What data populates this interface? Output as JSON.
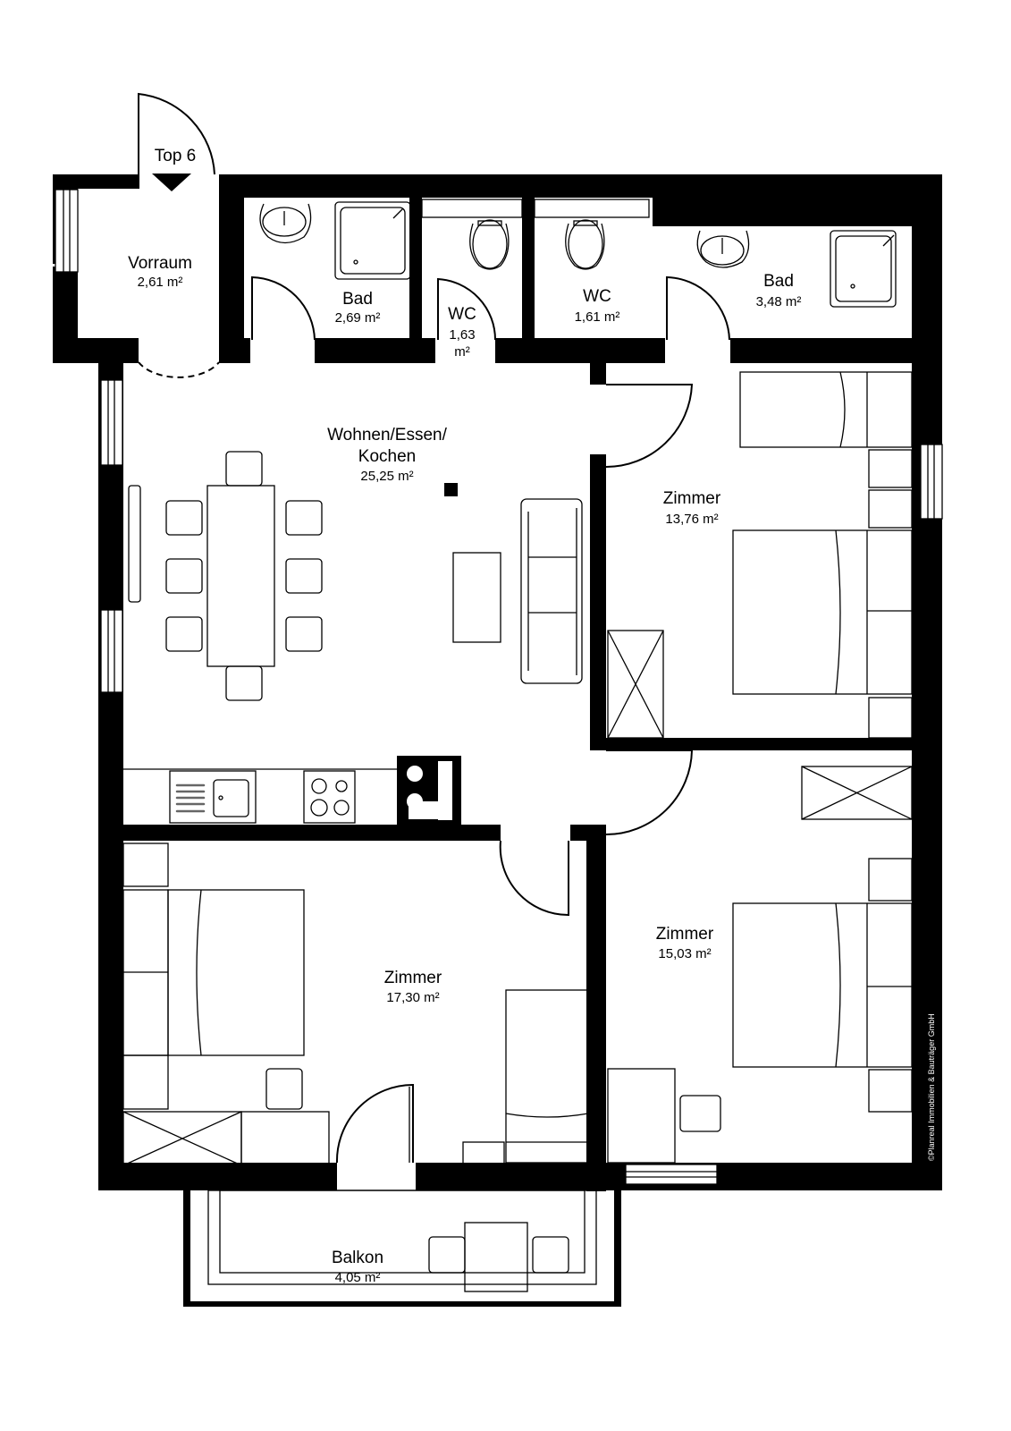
{
  "plan": {
    "unit_label": "Top 6",
    "copyright": "©Planreal Immobilien & Bauträger GmbH",
    "colors": {
      "wall": "#000000",
      "background": "#ffffff",
      "lines": "#000000"
    }
  },
  "rooms": [
    {
      "id": "vorraum",
      "name": "Vorraum",
      "area": "2,61 m²"
    },
    {
      "id": "bad1",
      "name": "Bad",
      "area": "2,69 m²"
    },
    {
      "id": "wc1",
      "name": "WC",
      "area_line1": "1,63",
      "area_line2": "m²"
    },
    {
      "id": "wc2",
      "name": "WC",
      "area": "1,61 m²"
    },
    {
      "id": "bad2",
      "name": "Bad",
      "area": "3,48 m²"
    },
    {
      "id": "wohnen",
      "name_line1": "Wohnen/Essen/",
      "name_line2": "Kochen",
      "area": "25,25 m²"
    },
    {
      "id": "zimmer1",
      "name": "Zimmer",
      "area": "13,76 m²"
    },
    {
      "id": "zimmer2",
      "name": "Zimmer",
      "area": "17,30 m²"
    },
    {
      "id": "zimmer3",
      "name": "Zimmer",
      "area": "15,03 m²"
    },
    {
      "id": "balkon",
      "name": "Balkon",
      "area": "4,05 m²"
    }
  ]
}
